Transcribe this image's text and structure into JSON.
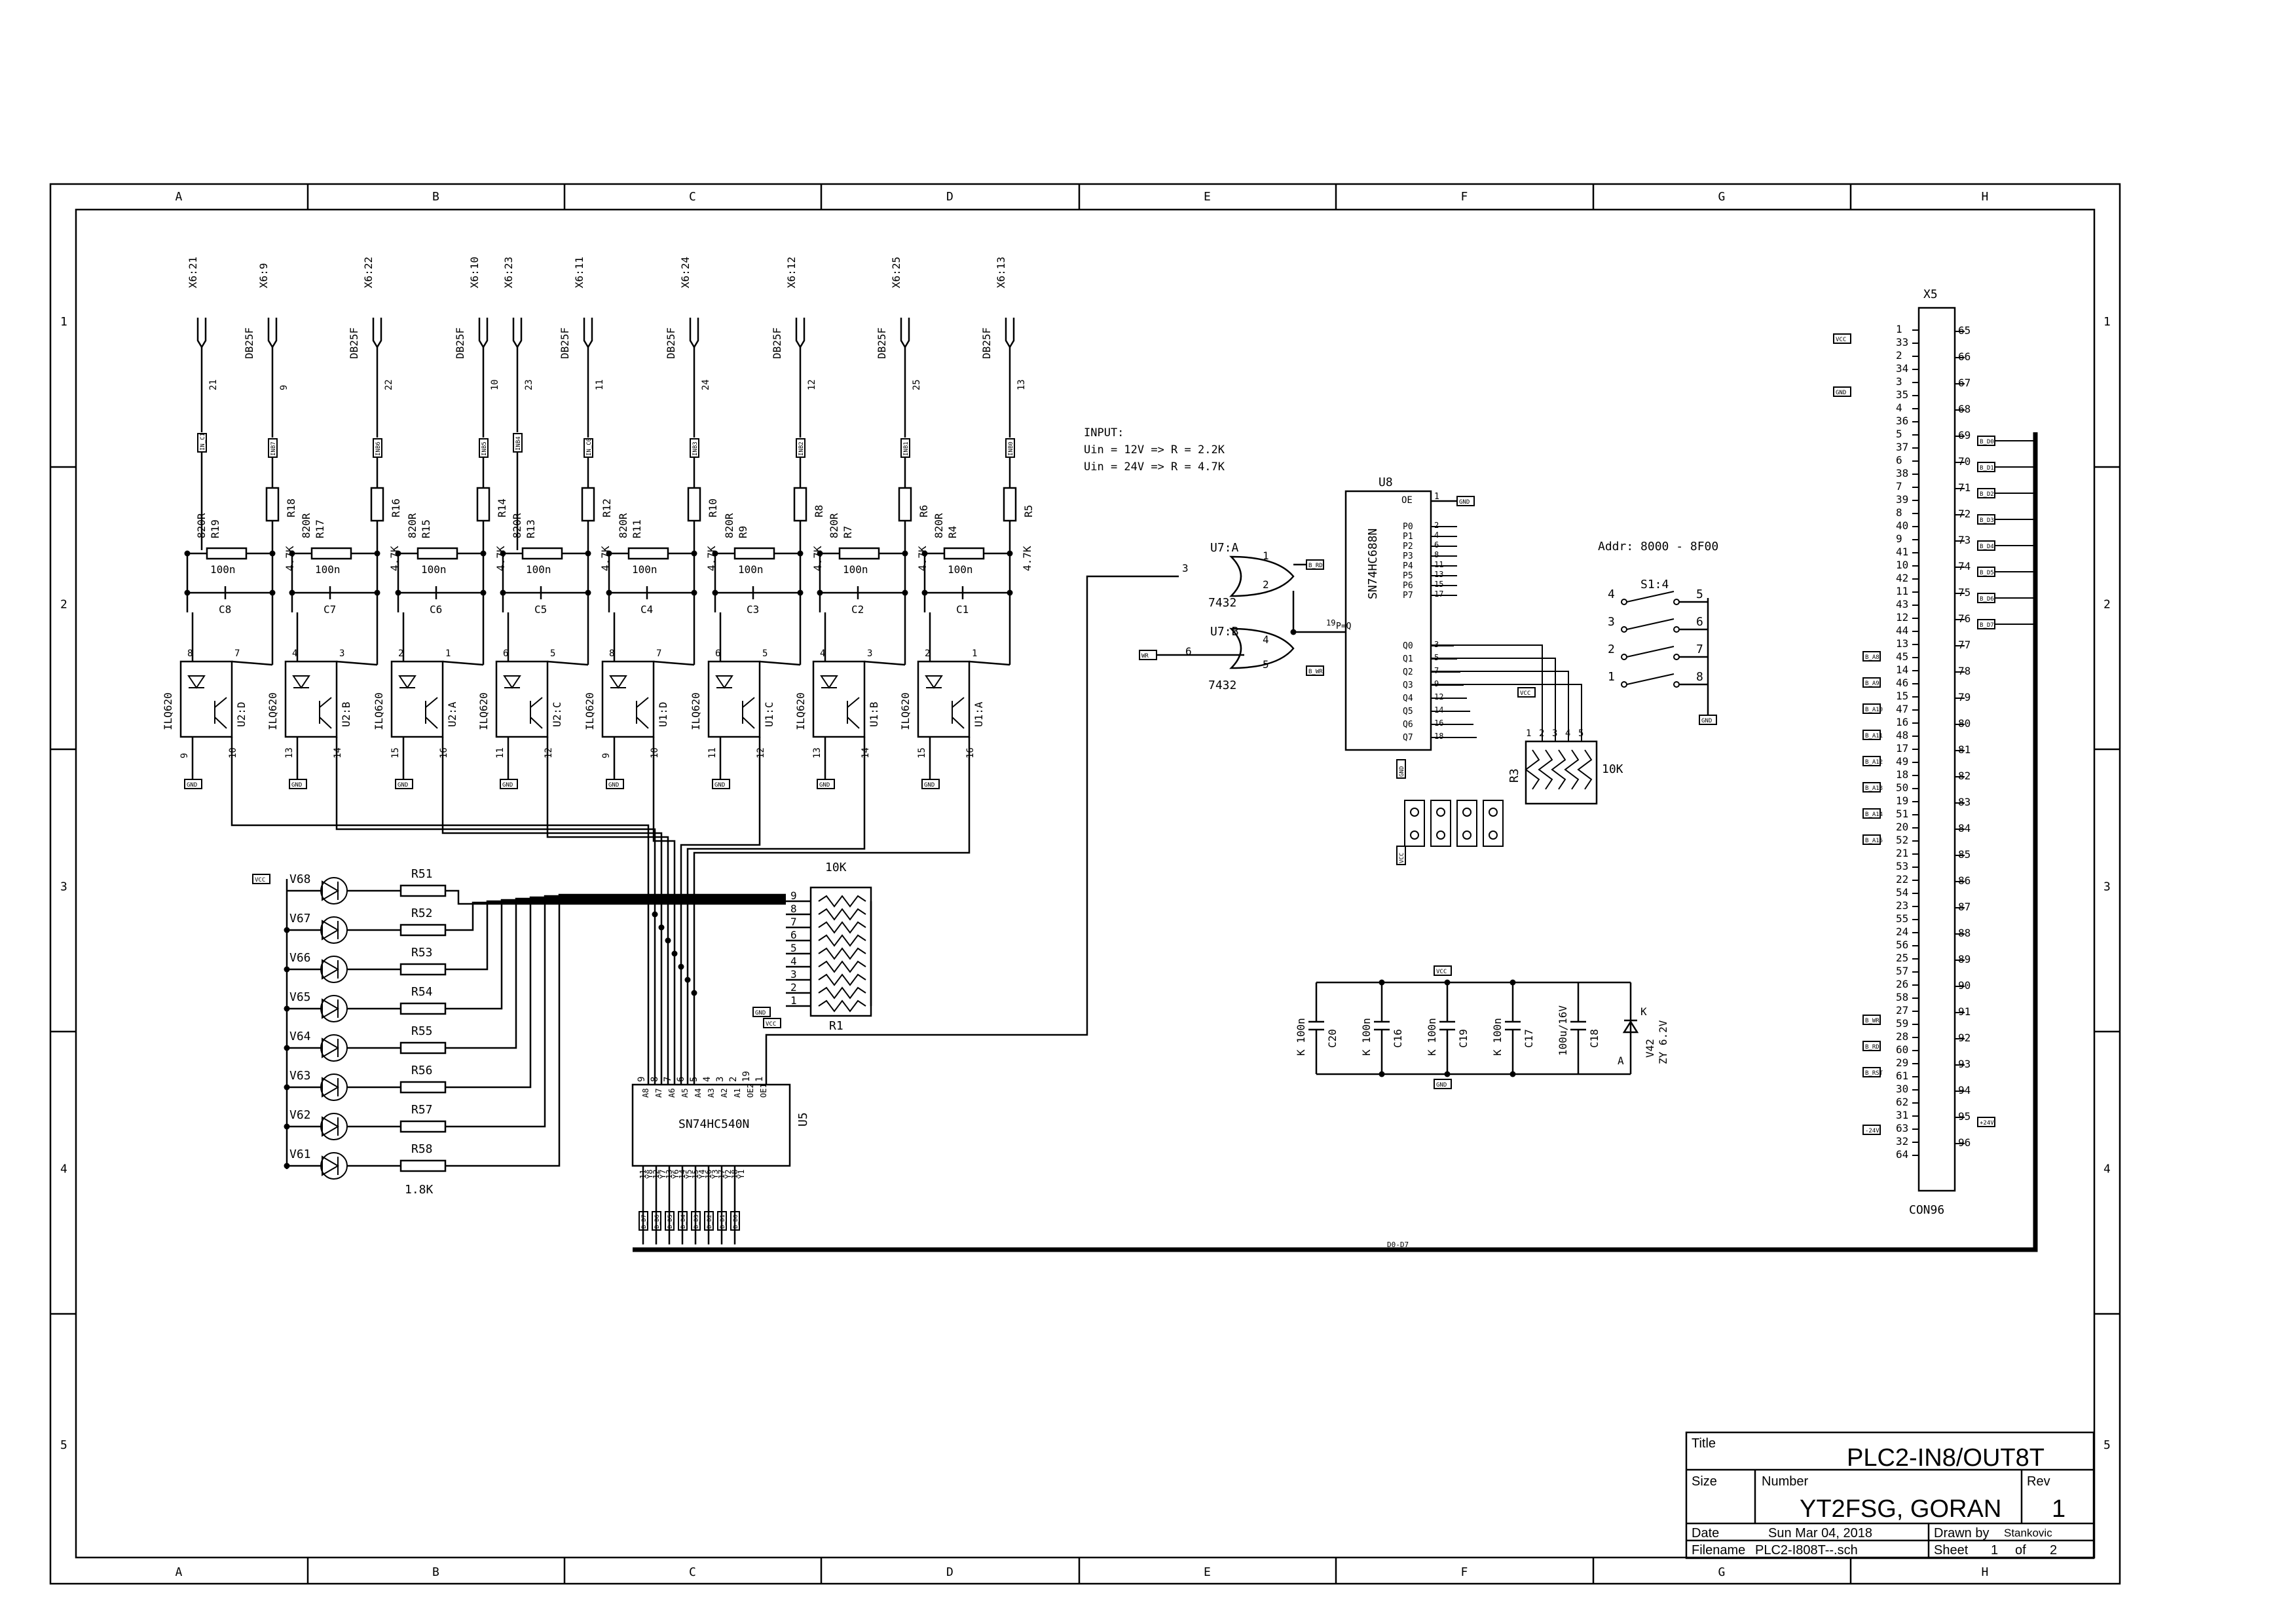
{
  "frame": {
    "columns": [
      "A",
      "B",
      "C",
      "D",
      "E",
      "F",
      "G",
      "H"
    ],
    "rows": [
      "1",
      "2",
      "3",
      "4",
      "5"
    ]
  },
  "title_block": {
    "title_label": "Title",
    "title": "PLC2-IN8/OUT8T",
    "size_label": "Size",
    "number_label": "Number",
    "number": "YT2FSG, GORAN",
    "rev_label": "Rev",
    "rev": "1",
    "date_label": "Date",
    "date": "Sun Mar 04, 2018",
    "drawn_label": "Drawn by",
    "drawn": "Stankovic",
    "filename_label": "Filename",
    "filename": "PLC2-I808T--.sch",
    "sheet_label": "Sheet",
    "sheet": "1",
    "of_label": "of",
    "sheets": "2"
  },
  "input_channels": [
    {
      "x_left": "X6:21",
      "x_right": "X6:9",
      "pin_left": "21",
      "pin_right": "9",
      "net": "IN_C1",
      "net2": "INB7",
      "rs": "820R",
      "rs_ref": "R19",
      "rp": "R18",
      "rp_val": "4.7K",
      "cap": "C8",
      "cap_val": "100n",
      "opto": "ILQ620",
      "unit": "U2:D",
      "pin_a": "8",
      "pin_k": "7",
      "pin_e": "9",
      "pin_c": "10"
    },
    {
      "x_left": "",
      "x_right": "X6:22",
      "pin_left": "",
      "pin_right": "22",
      "net": "",
      "net2": "INB6",
      "rs": "820R",
      "rs_ref": "R17",
      "rp": "R16",
      "rp_val": "4.7K",
      "cap": "C7",
      "cap_val": "100n",
      "opto": "ILQ620",
      "unit": "U2:B",
      "pin_a": "4",
      "pin_k": "3",
      "pin_e": "13",
      "pin_c": "14"
    },
    {
      "x_left": "",
      "x_right": "X6:10",
      "pin_left": "",
      "pin_right": "10",
      "net": "",
      "net2": "INB5",
      "rs": "820R",
      "rs_ref": "R15",
      "rp": "R14",
      "rp_val": "4.7K",
      "cap": "C6",
      "cap_val": "100n",
      "opto": "ILQ620",
      "unit": "U2:A",
      "pin_a": "2",
      "pin_k": "1",
      "pin_e": "15",
      "pin_c": "16"
    },
    {
      "x_left": "X6:23",
      "x_right": "X6:11",
      "pin_left": "23",
      "pin_right": "11",
      "net": "INB4",
      "net2": "IN_C0",
      "rs": "820R",
      "rs_ref": "R13",
      "rp": "R12",
      "rp_val": "4.7K",
      "cap": "C5",
      "cap_val": "100n",
      "opto": "ILQ620",
      "unit": "U2:C",
      "pin_a": "6",
      "pin_k": "5",
      "pin_e": "11",
      "pin_c": "12"
    },
    {
      "x_left": "",
      "x_right": "X6:24",
      "pin_left": "",
      "pin_right": "24",
      "net": "",
      "net2": "INB3",
      "rs": "820R",
      "rs_ref": "R11",
      "rp": "R10",
      "rp_val": "4.7K",
      "cap": "C4",
      "cap_val": "100n",
      "opto": "ILQ620",
      "unit": "U1:D",
      "pin_a": "8",
      "pin_k": "7",
      "pin_e": "9",
      "pin_c": "10"
    },
    {
      "x_left": "",
      "x_right": "X6:12",
      "pin_left": "",
      "pin_right": "12",
      "net": "",
      "net2": "INB2",
      "rs": "820R",
      "rs_ref": "R9",
      "rp": "R8",
      "rp_val": "4.7K",
      "cap": "C3",
      "cap_val": "100n",
      "opto": "ILQ620",
      "unit": "U1:C",
      "pin_a": "6",
      "pin_k": "5",
      "pin_e": "11",
      "pin_c": "12"
    },
    {
      "x_left": "",
      "x_right": "X6:25",
      "pin_left": "",
      "pin_right": "25",
      "net": "",
      "net2": "INB1",
      "rs": "820R",
      "rs_ref": "R7",
      "rp": "R6",
      "rp_val": "4.7K",
      "cap": "C2",
      "cap_val": "100n",
      "opto": "ILQ620",
      "unit": "U1:B",
      "pin_a": "4",
      "pin_k": "3",
      "pin_e": "13",
      "pin_c": "14"
    },
    {
      "x_left": "",
      "x_right": "X6:13",
      "pin_left": "",
      "pin_right": "13",
      "net": "",
      "net2": "INB0",
      "rs": "820R",
      "rs_ref": "R4",
      "rp": "R5",
      "rp_val": "4.7K",
      "cap": "C1",
      "cap_val": "100n",
      "opto": "ILQ620",
      "unit": "U1:A",
      "pin_a": "2",
      "pin_k": "1",
      "pin_e": "15",
      "pin_c": "16"
    }
  ],
  "db25_label": "DB25F",
  "gnd": "GND",
  "vcc": "VCC",
  "input_note": [
    "INPUT:",
    "Uin = 12V => R = 2.2K",
    "Uin = 24V => R = 4.7K"
  ],
  "leds": {
    "names": [
      "V68",
      "V67",
      "V66",
      "V65",
      "V64",
      "V63",
      "V62",
      "V61"
    ],
    "resistors": [
      "R51",
      "R52",
      "R53",
      "R54",
      "R55",
      "R56",
      "R57",
      "R58"
    ],
    "value": "1.8K"
  },
  "r1": {
    "ref": "R1",
    "value": "10K",
    "pins": [
      "9",
      "8",
      "7",
      "6",
      "5",
      "4",
      "3",
      "2",
      "1"
    ]
  },
  "u5": {
    "part": "SN74HC540N",
    "ref": "U5",
    "top_pins": [
      "9",
      "8",
      "7",
      "6",
      "5",
      "4",
      "3",
      "2",
      "19",
      "1"
    ],
    "top_names": [
      "A8",
      "A7",
      "A6",
      "A5",
      "A4",
      "A3",
      "A2",
      "A1",
      "OE2",
      "OE1"
    ],
    "bot_pins": [
      "11",
      "12",
      "13",
      "14",
      "15",
      "16",
      "17",
      "18"
    ],
    "bot_names": [
      "Y8",
      "Y7",
      "Y6",
      "Y5",
      "Y4",
      "Y3",
      "Y2",
      "Y1"
    ],
    "bus_nets": [
      "B_D7",
      "B_D6",
      "B_D5",
      "B_D4",
      "B_D3",
      "B_D2",
      "B_D1",
      "B_D0"
    ]
  },
  "u7a": {
    "ref": "U7:A",
    "part": "7432",
    "pins": [
      "3",
      "1",
      "2"
    ],
    "net": "B_RD"
  },
  "u7b": {
    "ref": "U7:B",
    "part": "7432",
    "pins": [
      "6",
      "4",
      "5"
    ],
    "in_net": "WR",
    "net": "B_WR"
  },
  "u8": {
    "ref": "U8",
    "part": "SN74HC688N",
    "left_pins": [
      "P0",
      "P1",
      "P2",
      "P3",
      "P4",
      "P5",
      "P6",
      "P7"
    ],
    "pnums": [
      "2",
      "4",
      "6",
      "8",
      "11",
      "13",
      "15",
      "17"
    ],
    "qpins": [
      "Q0",
      "Q1",
      "Q2",
      "Q3",
      "Q4",
      "Q5",
      "Q6",
      "Q7"
    ],
    "qnums": [
      "3",
      "5",
      "7",
      "9",
      "12",
      "14",
      "16",
      "18"
    ],
    "oe": "OE",
    "oe_num": "1",
    "out": "P=Q",
    "out_num": "19"
  },
  "addr_note": "Addr: 8000 - 8F00",
  "s1": {
    "ref": "S1:4",
    "left": [
      "4",
      "3",
      "2",
      "1"
    ],
    "right": [
      "5",
      "6",
      "7",
      "8"
    ]
  },
  "r3": {
    "ref": "R3",
    "value": "10K",
    "pins": [
      "1",
      "2",
      "3",
      "4",
      "5"
    ]
  },
  "power": {
    "caps": [
      {
        "ref": "C20",
        "val": "K 100n"
      },
      {
        "ref": "C16",
        "val": "K 100n"
      },
      {
        "ref": "C19",
        "val": "K 100n"
      },
      {
        "ref": "C17",
        "val": "K 100n"
      },
      {
        "ref": "C18",
        "val": "100u/16V"
      }
    ],
    "diode_ref": "V42",
    "diode_val": "ZY 6.2V",
    "k": "K",
    "a": "A"
  },
  "x5": {
    "ref": "X5",
    "part": "CON96",
    "left_pins": [
      "1",
      "33",
      "2",
      "34",
      "3",
      "35",
      "4",
      "36",
      "5",
      "37",
      "6",
      "38",
      "7",
      "39",
      "8",
      "40",
      "9",
      "41",
      "10",
      "42",
      "11",
      "43",
      "12",
      "44",
      "13",
      "45",
      "14",
      "46",
      "15",
      "47",
      "16",
      "48",
      "17",
      "49",
      "18",
      "50",
      "19",
      "51",
      "20",
      "52",
      "21",
      "53",
      "22",
      "54",
      "23",
      "55",
      "24",
      "56",
      "25",
      "57",
      "26",
      "58",
      "27",
      "59",
      "28",
      "60",
      "29",
      "61",
      "30",
      "62",
      "31",
      "63",
      "32",
      "64"
    ],
    "right_pins": [
      "65",
      "66",
      "67",
      "68",
      "69",
      "70",
      "71",
      "72",
      "73",
      "74",
      "75",
      "76",
      "77",
      "78",
      "79",
      "80",
      "81",
      "82",
      "83",
      "84",
      "85",
      "86",
      "87",
      "88",
      "89",
      "90",
      "91",
      "92",
      "93",
      "94",
      "95",
      "96"
    ],
    "right_nets": {
      "69": "B_D0",
      "70": "B_D1",
      "71": "B_D2",
      "72": "B_D3",
      "73": "B_D4",
      "74": "B_D5",
      "75": "B_D6",
      "76": "B_D7",
      "95": "+24V"
    },
    "left_nets": [
      "B_A8",
      "B_A9",
      "B_A10",
      "B_A11",
      "B_A12",
      "B_A13",
      "B_A14",
      "B_A15",
      "B_WR",
      "B_RD",
      "B_RST",
      "-24V"
    ]
  },
  "bus_label": "D0-D7"
}
